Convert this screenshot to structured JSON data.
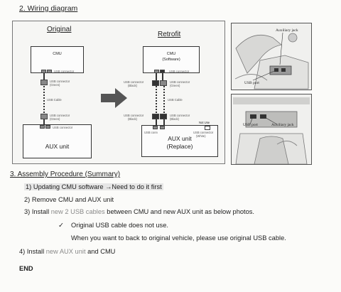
{
  "section2": {
    "title": "2. Wiring diagram"
  },
  "diagram": {
    "original": {
      "title": "Original",
      "cmu": "CMU",
      "cmu_port": "USB connector",
      "connector_top_1": "USB connector",
      "connector_top_2": "(Green)",
      "cable": "USB Cable",
      "connector_bot_1": "USB connector",
      "connector_bot_2": "(Green)",
      "aux_port": "USB connector",
      "aux": "AUX unit"
    },
    "retrofit": {
      "title": "Retrofit",
      "cmu_1": "CMU",
      "cmu_2": "(Software)",
      "cmu_port": "USB connector",
      "conn_left_1": "USB connector",
      "conn_left_2": "(Black)",
      "conn_right_1": "USB connector",
      "conn_right_2": "(Green)",
      "cable": "USB Cable",
      "conn_bl_1": "USB connector",
      "conn_bl_2": "(Black)",
      "conn_br_1": "USB connector",
      "conn_br_2": "(Black)",
      "not_use": "Not Use",
      "aux_conn": "USB conn",
      "aux_conn_r_1": "USB connector",
      "aux_conn_r_2": "(White)",
      "aux_1": "AUX unit",
      "aux_2": "(Replace)"
    }
  },
  "photos": {
    "top": {
      "aux_jack": "Auxiliary jack",
      "usb_port": "USB port"
    },
    "bottom": {
      "usb_port": "USB port",
      "aux_jack": "Auxiliary jack"
    }
  },
  "section3": {
    "title": "3. Assembly Procedure (Summary)",
    "step1": "1) Updating CMU software →Need to do it first",
    "step2": "2) Remove CMU and AUX unit",
    "step3_a": "3) Install ",
    "step3_b": "new 2 USB cables",
    "step3_c": " between CMU and new AUX unit as below photos.",
    "check_mark": "✓",
    "note1": "Original USB cable does not use.",
    "note2": "When you want to back to original vehicle, please use original USB cable.",
    "step4_a": "4) Install ",
    "step4_b": "new AUX unit",
    "step4_c": " and CMU",
    "end": "END"
  }
}
